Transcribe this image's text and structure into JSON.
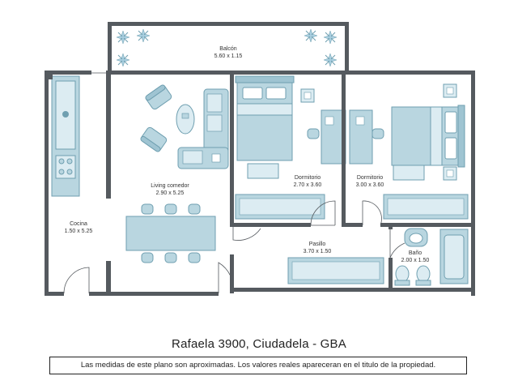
{
  "rooms": {
    "balcon": {
      "name": "Balcón",
      "size": "5.60 x 1.15"
    },
    "living": {
      "name": "Living comedor",
      "size": "2.90 x 5.25"
    },
    "cocina": {
      "name": "Cocina",
      "size": "1.50 x 5.25"
    },
    "dormitorio1": {
      "name": "Dormitorio",
      "size": "2.70 x 3.60"
    },
    "dormitorio2": {
      "name": "Dormitorio",
      "size": "3.00 x 3.60"
    },
    "pasillo": {
      "name": "Pasillo",
      "size": "3.70 x 1.50"
    },
    "bano": {
      "name": "Baño",
      "size": "2.00 x 1.50"
    }
  },
  "title": "Rafaela 3900, Ciudadela - GBA",
  "disclaimer": "Las medidas de este plano son aproximadas. Los valores reales apareceran en el titulo de la propiedad.",
  "colors": {
    "wall": "#555a5f",
    "furniture_fill": "#b9d6e0",
    "furniture_stroke": "#6f9fb0",
    "furniture_light": "#dcecf2",
    "plant": "#a9cfe0"
  },
  "icons": [
    "plant-icon",
    "sofa-icon",
    "armchair-icon",
    "bed-icon",
    "desk-icon",
    "chair-icon",
    "toilet-icon",
    "bidet-icon",
    "sink-icon",
    "bathtub-icon",
    "stove-icon",
    "kitchen-sink-icon",
    "dining-table-icon",
    "lamp-icon",
    "rug-icon",
    "door-icon"
  ]
}
